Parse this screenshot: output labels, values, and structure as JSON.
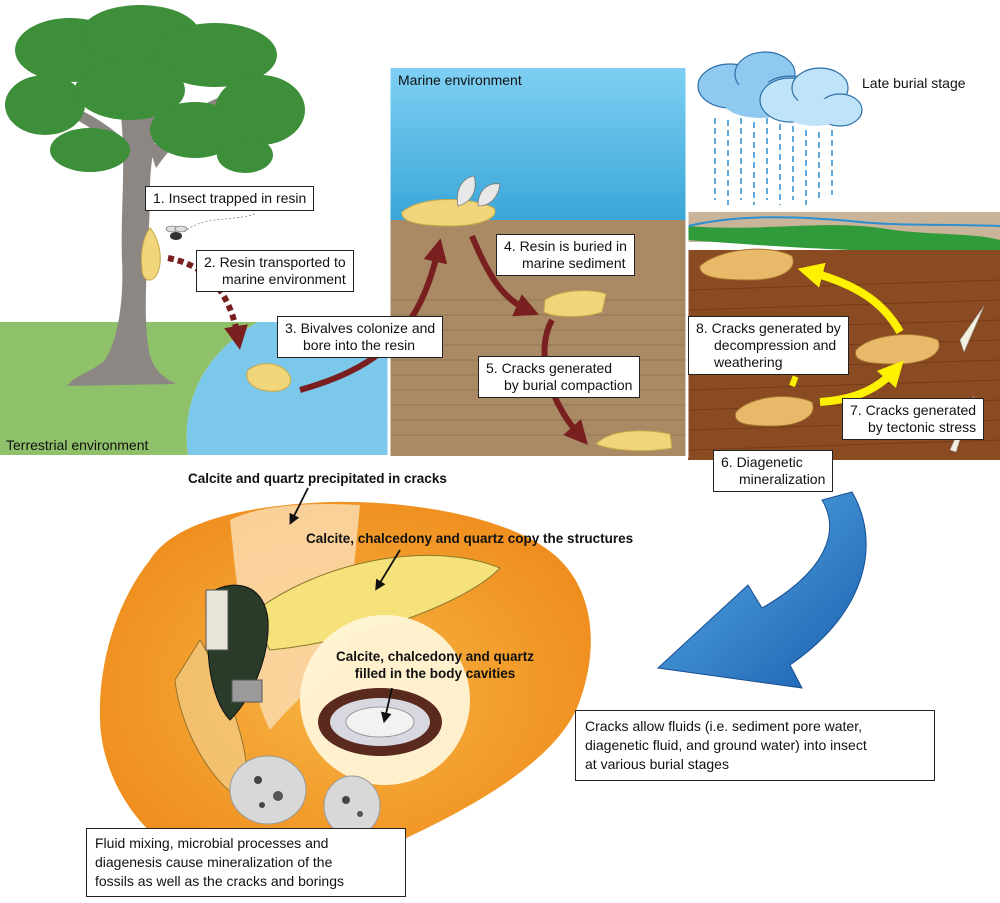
{
  "environments": {
    "terrestrial": "Terrestrial environment",
    "marine": "Marine environment",
    "late_burial": "Late burial stage"
  },
  "steps": {
    "s1": "1. Insect trapped in resin",
    "s2_line1": "2. Resin transported to",
    "s2_line2": "marine environment",
    "s3_line1": "3. Bivalves colonize and",
    "s3_line2": "bore into the resin",
    "s4_line1": "4. Resin is buried in",
    "s4_line2": "marine sediment",
    "s5_line1": "5. Cracks generated",
    "s5_line2": "by burial compaction",
    "s6_line1": "6. Diagenetic",
    "s6_line2": "mineralization",
    "s7_line1": "7. Cracks generated",
    "s7_line2": "by tectonic stress",
    "s8_line1": "8. Cracks generated by",
    "s8_line2": "decompression and",
    "s8_line3": "weathering"
  },
  "annotations": {
    "calcite_quartz": "Calcite and quartz precipitated in cracks",
    "copy_structures": "Calcite, chalcedony and quartz copy the structures",
    "cavities_line1": "Calcite, chalcedony and quartz",
    "cavities_line2": "filled in the body cavities"
  },
  "notes": {
    "fluids_line1": "Cracks allow fluids (i.e. sediment pore water,",
    "fluids_line2": "diagenetic fluid, and ground water) into insect",
    "fluids_line3": "at various burial stages",
    "mixing_line1": "Fluid mixing, microbial processes and",
    "mixing_line2": "diagenesis cause mineralization of the",
    "mixing_line3": "fossils as well as the cracks and borings"
  },
  "colors": {
    "sky": "#6ec6ee",
    "grass": "#8fc06a",
    "water": "#7cc8ea",
    "sediment": "#a98a64",
    "soil": "#8a4a22",
    "tree_foliage": "#3d8f3a",
    "trunk": "#8d8784",
    "arrow_maroon": "#7a1f1f",
    "arrow_yellow": "#fff200",
    "arrow_blue": "#1f6fc0",
    "amber": "#f39a2a",
    "resin": "#f1d57a"
  }
}
